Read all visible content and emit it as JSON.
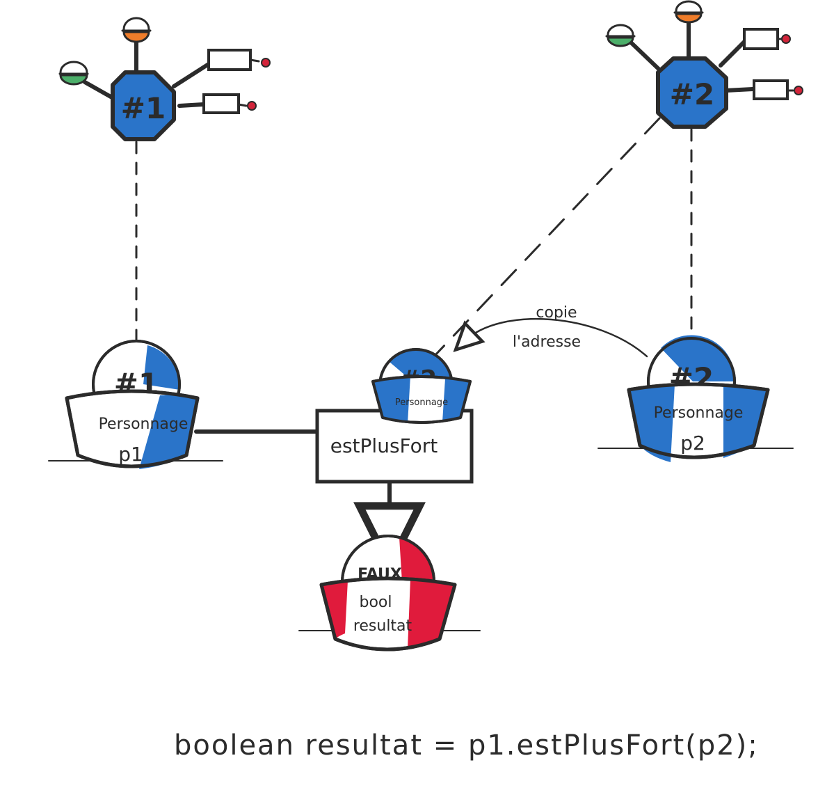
{
  "colors": {
    "object_blue": "#2a74c9",
    "result_red": "#e01b3c",
    "ink": "#2b2b2b",
    "cap_green": "#4caf6a",
    "cap_orange": "#f07d2a",
    "dot_red": "#d3243a"
  },
  "objects": [
    {
      "id": "object-1",
      "label": "#1"
    },
    {
      "id": "object-2",
      "label": "#2"
    }
  ],
  "variables": {
    "p1": {
      "ball": "#1",
      "type": "Personnage",
      "name": "p1"
    },
    "param": {
      "ball": "#2",
      "type": "Personnage"
    },
    "p2": {
      "ball": "#2",
      "type": "Personnage",
      "name": "p2"
    },
    "resultat": {
      "ball": "FAUX",
      "type": "bool",
      "name": "resultat"
    }
  },
  "method": {
    "label": "estPlusFort"
  },
  "annotation": {
    "line1": "copie",
    "line2": "l'adresse"
  },
  "code": {
    "line": "boolean resultat = p1.estPlusFort(p2);"
  },
  "icons": [
    "green-cap-icon",
    "orange-cap-icon",
    "rectangle-slot-icon",
    "red-dot-icon"
  ]
}
